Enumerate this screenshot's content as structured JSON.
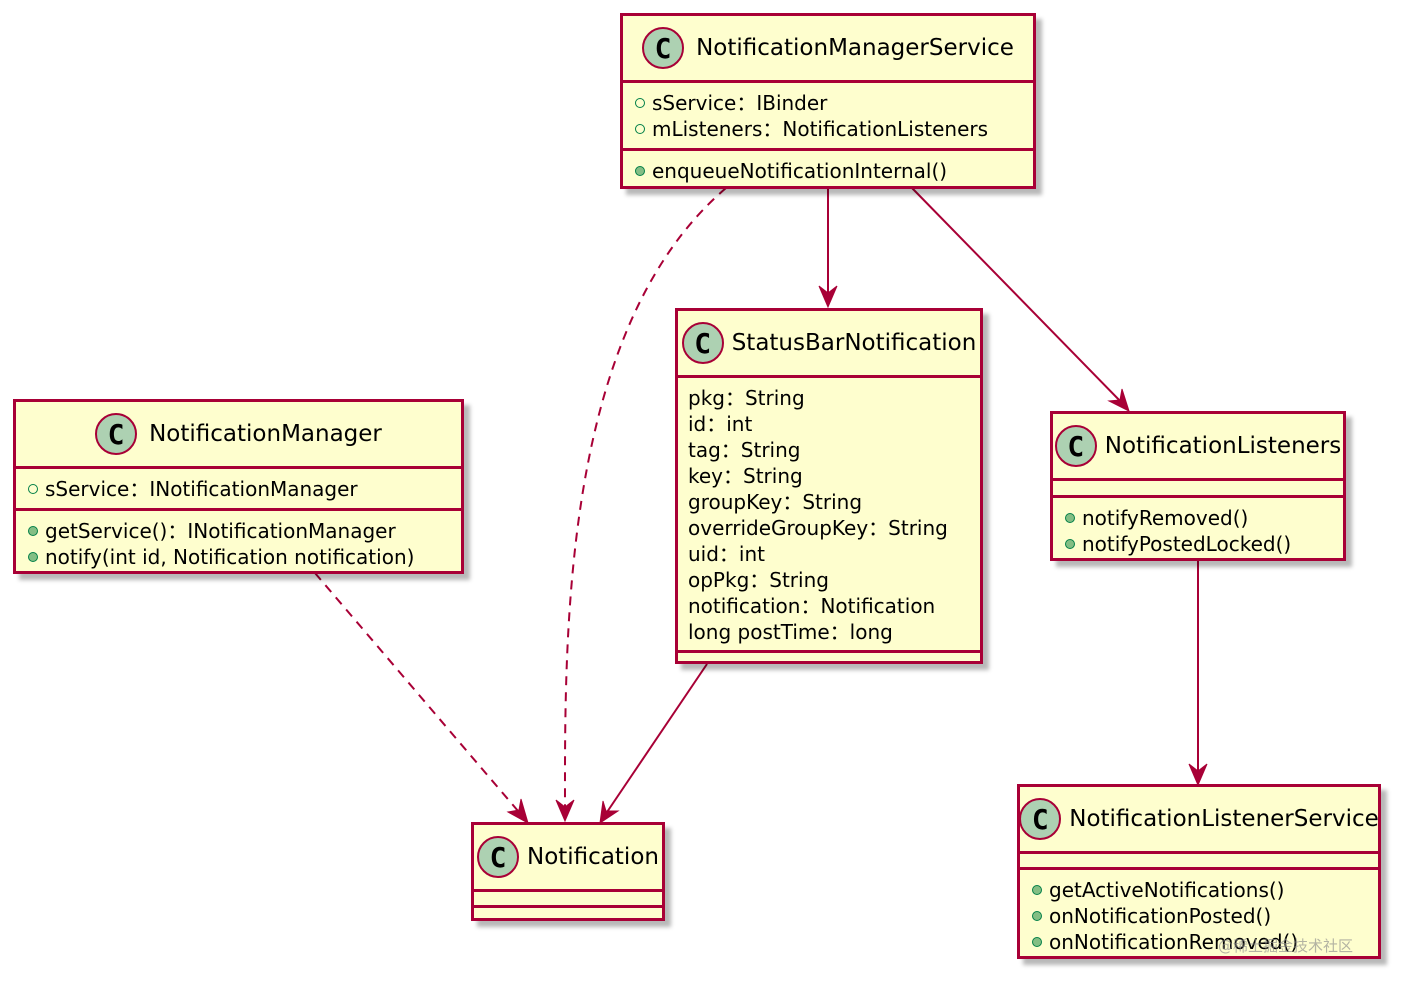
{
  "diagram": {
    "classes": {
      "nms": {
        "icon": "C",
        "name": "NotificationManagerService",
        "fields": [
          {
            "vis": "public",
            "text": "sService：IBinder"
          },
          {
            "vis": "public",
            "text": "mListeners：NotificationListeners"
          }
        ],
        "methods": [
          {
            "vis": "public",
            "text": "enqueueNotificationInternal()"
          }
        ]
      },
      "nm": {
        "icon": "C",
        "name": "NotificationManager",
        "fields": [
          {
            "vis": "public",
            "text": "sService：INotificationManager"
          }
        ],
        "methods": [
          {
            "vis": "public",
            "text": "getService()：INotificationManager"
          },
          {
            "vis": "public",
            "text": "notify(int id, Notification notification)"
          }
        ]
      },
      "sbn": {
        "icon": "C",
        "name": "StatusBarNotification",
        "fields": [
          "pkg：String",
          "id：int",
          "tag：String",
          "key：String",
          "groupKey：String",
          "overrideGroupKey：String",
          "uid：int",
          "opPkg：String",
          "notification：Notification",
          "long postTime：long"
        ],
        "methods": []
      },
      "nl": {
        "icon": "C",
        "name": "NotificationListeners",
        "fields": [],
        "methods": [
          {
            "vis": "public",
            "text": "notifyRemoved()"
          },
          {
            "vis": "public",
            "text": "notifyPostedLocked()"
          }
        ]
      },
      "notif": {
        "icon": "C",
        "name": "Notification",
        "fields": [],
        "methods": []
      },
      "nls": {
        "icon": "C",
        "name": "NotificationListenerService",
        "fields": [],
        "methods": [
          {
            "vis": "public",
            "text": "getActiveNotifications()"
          },
          {
            "vis": "public",
            "text": "onNotificationPosted()"
          },
          {
            "vis": "public",
            "text": "onNotificationRemoved()"
          }
        ]
      }
    },
    "relations": [
      {
        "from": "NotificationManagerService",
        "to": "StatusBarNotification",
        "style": "solid"
      },
      {
        "from": "NotificationManagerService",
        "to": "NotificationListeners",
        "style": "solid"
      },
      {
        "from": "NotificationManagerService",
        "to": "Notification",
        "style": "dashed"
      },
      {
        "from": "NotificationManager",
        "to": "Notification",
        "style": "dashed"
      },
      {
        "from": "StatusBarNotification",
        "to": "Notification",
        "style": "solid"
      },
      {
        "from": "NotificationListeners",
        "to": "NotificationListenerService",
        "style": "solid"
      }
    ],
    "colors": {
      "border": "#a80036",
      "fill": "#fefece",
      "class_icon": "#add1b2",
      "visibility": "#038048",
      "visibility_fill": "#84be84"
    }
  },
  "watermark": "@稀土掘金技术社区"
}
